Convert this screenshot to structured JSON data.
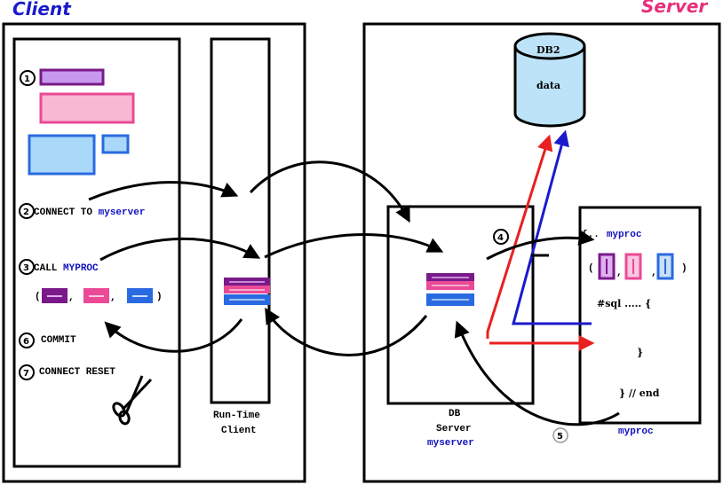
{
  "titles": {
    "client": "Client",
    "server": "Server"
  },
  "client": {
    "step1": "1",
    "step2": {
      "num": "2",
      "text": "CONNECT TO ",
      "server": "myserver"
    },
    "step3": {
      "num": "3",
      "text": "CALL ",
      "proc": "MYPROC"
    },
    "params": {
      "open": "(",
      "sep1": ",",
      "sep2": ",",
      "close": ")"
    },
    "step6": {
      "num": "6",
      "text": "COMMIT"
    },
    "step7": {
      "num": "7",
      "text": "CONNECT RESET"
    }
  },
  "runtime": {
    "line1": "Run-Time",
    "line2": "Client"
  },
  "db2": {
    "label": "DB2",
    "sub": "data"
  },
  "dbserver": {
    "line1": "DB",
    "line2": "Server",
    "line3": "myserver"
  },
  "step4": "4",
  "step5": "5",
  "proc": {
    "open": "{..",
    "name": "myproc",
    "params_open": "(",
    "sep1": ",",
    "sep2": ",",
    "params_close": ")",
    "sql": "#sql ..... {",
    "close_brace": "}",
    "end": "} // end",
    "label": "myproc"
  },
  "colors": {
    "title_client": "#1a1acc",
    "title_server": "#e8307a",
    "purple": "#7a1a8a",
    "pink": "#ea4a96",
    "blue": "#2a6ae0",
    "red": "#e82020",
    "navy": "#1a1acc"
  }
}
